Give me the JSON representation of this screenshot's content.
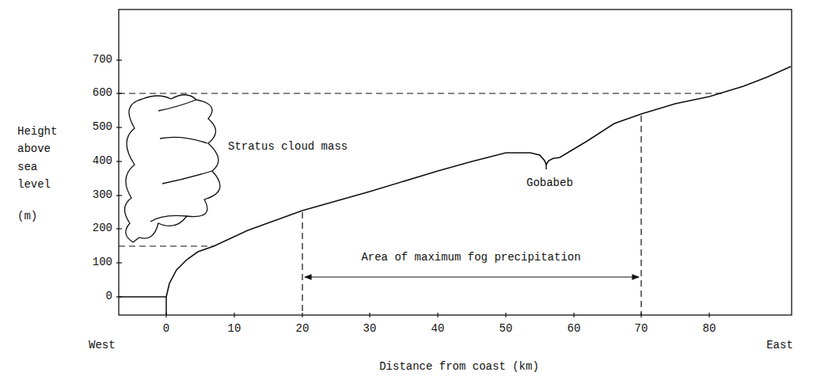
{
  "diagram": {
    "labels": [
      "700",
      "600",
      "500",
      "400",
      "300",
      "200",
      "100",
      "0",
      "Height above sea level",
      "(m)",
      "Stratus cloud mass",
      "Gobabeb",
      "Area of maximum fog precipitation",
      "West",
      "0",
      "10",
      "20",
      "30",
      "40",
      "50",
      "60",
      "70",
      "80",
      "East",
      "Distance from coast (km)"
    ]
  }
}
